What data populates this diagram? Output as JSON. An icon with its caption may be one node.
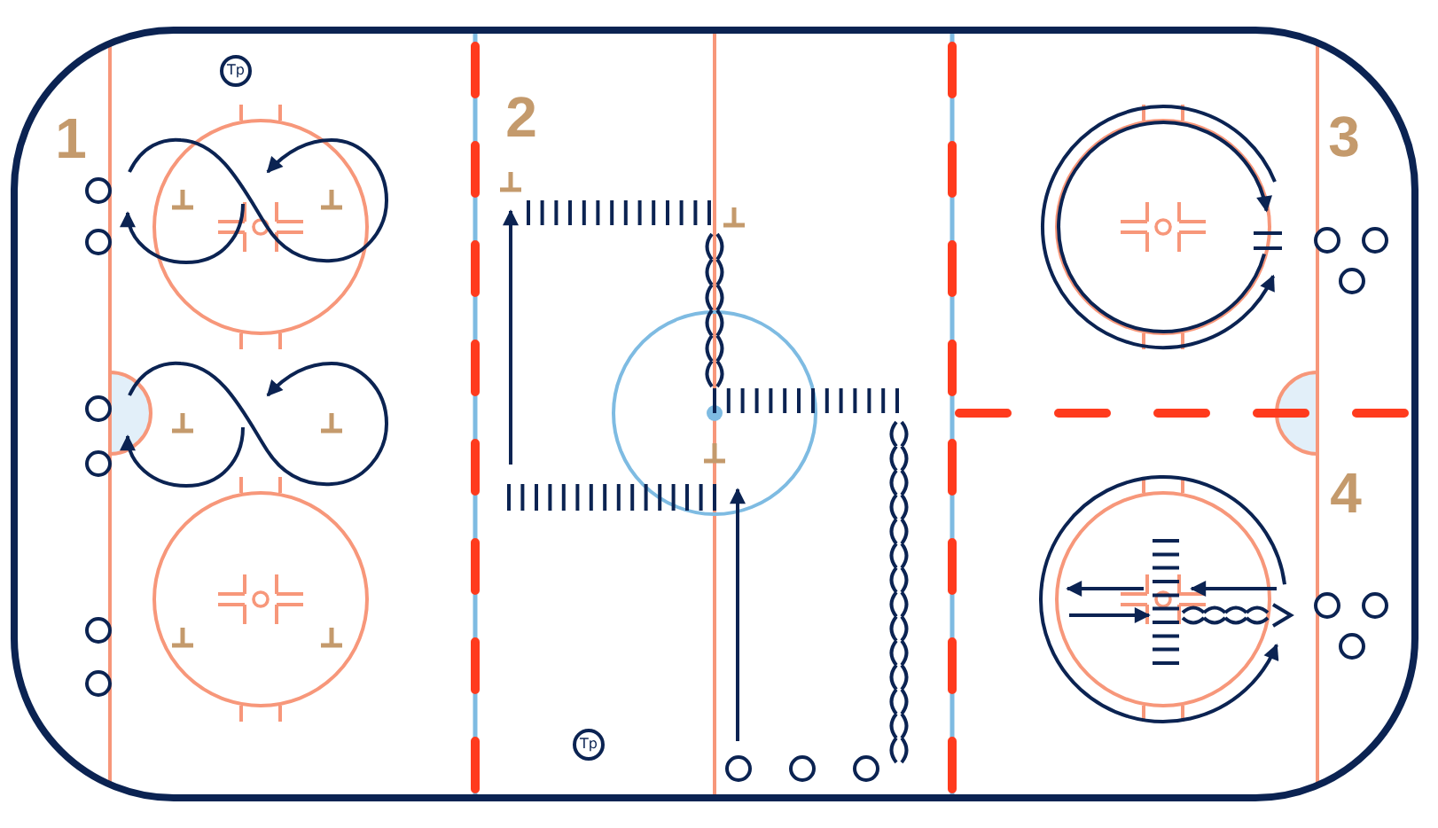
{
  "diagram": {
    "nodes": [
      {
        "text": [
          "Tp"
        ]
      },
      {
        "text": [],
        "shape": "circle"
      },
      {
        "text": [],
        "shape": "circle"
      },
      {
        "text": [],
        "shape": "circle"
      },
      {
        "text": [],
        "shape": "circle"
      },
      {
        "text": [],
        "shape": "circle"
      },
      {
        "text": [],
        "shape": "circle"
      },
      {
        "text": [
          "Tp"
        ]
      },
      {
        "text": [],
        "shape": "circle"
      },
      {
        "text": [],
        "shape": "circle"
      },
      {
        "text": [],
        "shape": "circle"
      },
      {
        "text": [],
        "shape": "circle"
      },
      {
        "text": [],
        "shape": "circle"
      },
      {
        "text": [],
        "shape": "circle"
      },
      {
        "text": [],
        "shape": "circle"
      },
      {
        "text": [],
        "shape": "circle"
      },
      {
        "text": [],
        "shape": "circle"
      }
    ],
    "labels": [
      "1",
      "2",
      "3",
      "4"
    ]
  }
}
